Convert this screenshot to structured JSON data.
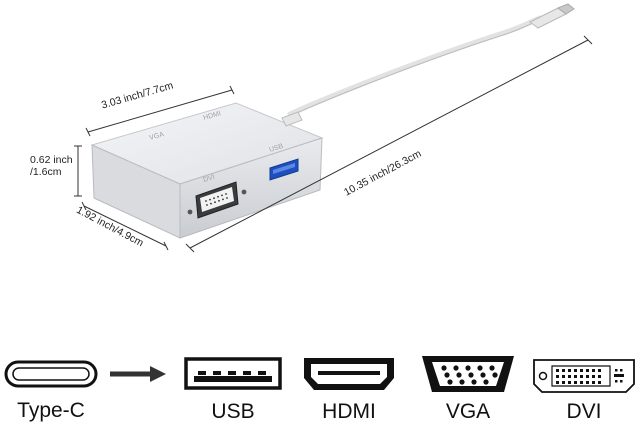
{
  "dimensions": {
    "width_label": "3.03 inch/7.7cm",
    "height_label_line1": "0.62 inch",
    "height_label_line2": "/1.6cm",
    "depth_label": "1.92 inch/4.9cm",
    "total_length_label": "10.35 inch/26.3cm"
  },
  "device_port_marks": {
    "vga": "VGA",
    "hdmi": "HDMI",
    "usb": "USB",
    "dvi": "DVI"
  },
  "ports": [
    {
      "id": "type-c",
      "label": "Type-C"
    },
    {
      "id": "usb",
      "label": "USB"
    },
    {
      "id": "hdmi",
      "label": "HDMI"
    },
    {
      "id": "vga",
      "label": "VGA"
    },
    {
      "id": "dvi",
      "label": "DVI"
    }
  ]
}
